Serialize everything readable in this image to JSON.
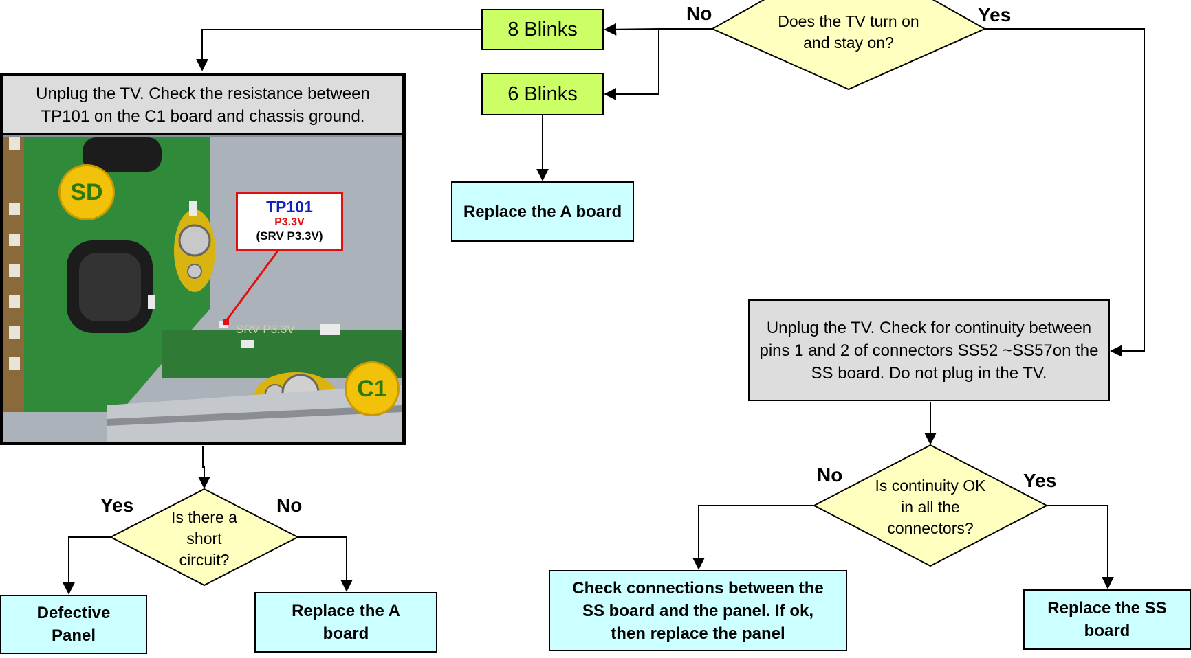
{
  "nodes": {
    "q_turn_on": "Does the TV turn on and stay on?",
    "blinks_8": "8 Blinks",
    "blinks_6": "6 Blinks",
    "replace_a_top": "Replace the A board",
    "tp101_check": "Unplug the TV. Check the resistance between TP101 on the C1 board and chassis ground.",
    "q_short": "Is there a short circuit?",
    "defective_panel": "Defective Panel",
    "replace_a_bottom": "Replace the A board",
    "continuity_check": "Unplug the TV. Check for continuity between pins 1 and 2 of connectors SS52 ~SS57on the SS board. Do not plug in the TV.",
    "q_continuity": "Is continuity OK in all the connectors?",
    "check_connections": "Check connections between the SS board and the panel. If ok, then replace the panel",
    "replace_ss": "Replace the SS board"
  },
  "labels": {
    "turn_on_no": "No",
    "turn_on_yes": "Yes",
    "short_yes": "Yes",
    "short_no": "No",
    "continuity_no": "No",
    "continuity_yes": "Yes"
  },
  "photo": {
    "badge_sd": "SD",
    "badge_c1": "C1",
    "callout_title": "TP101",
    "callout_line2": "P3.3V",
    "callout_line3": "(SRV P3.3V)",
    "board_print": "SRV P3.3V"
  },
  "colors": {
    "decision_fill": "#ffffc0",
    "blink_fill": "#ccff66",
    "action_fill": "#ccffff",
    "step_fill": "#dddddd",
    "callout_title": "#1020c0",
    "callout_accent": "#e01010"
  }
}
